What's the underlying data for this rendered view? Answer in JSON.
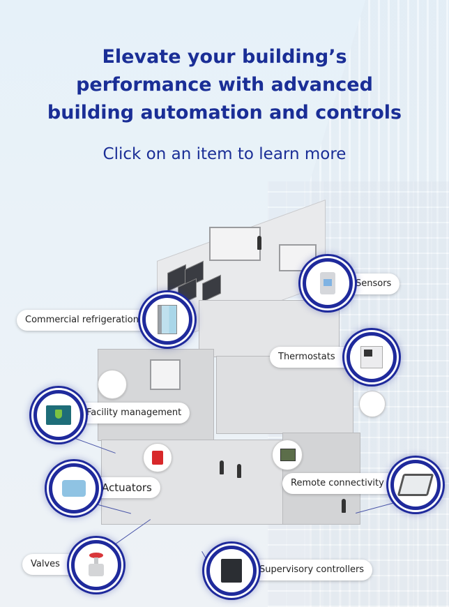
{
  "header": {
    "title_lines": [
      "Elevate your building’s",
      "performance with advanced",
      "building automation and controls"
    ],
    "subtitle": "Click on an item to learn more"
  },
  "hotspots": [
    {
      "id": "sensors",
      "label": "Sensors",
      "icon": "motion-sensor-icon"
    },
    {
      "id": "commercial-refrigeration",
      "label": "Commercial refrigeration",
      "icon": "refrigerator-icon"
    },
    {
      "id": "thermostats",
      "label": "Thermostats",
      "icon": "thermostat-icon"
    },
    {
      "id": "facility-management",
      "label": "Facility management",
      "icon": "monitor-shield-icon"
    },
    {
      "id": "actuators",
      "label": "Actuators",
      "icon": "actuator-icon"
    },
    {
      "id": "remote-connectivity",
      "label": "Remote connectivity",
      "icon": "tablet-icon"
    },
    {
      "id": "valves",
      "label": "Valves",
      "icon": "valve-icon"
    },
    {
      "id": "supervisory-controllers",
      "label": "Supervisory controllers",
      "icon": "controller-icon"
    }
  ],
  "colors": {
    "accent": "#1f2a9c",
    "title": "#1a2e96",
    "background": "#e6f1f9"
  }
}
